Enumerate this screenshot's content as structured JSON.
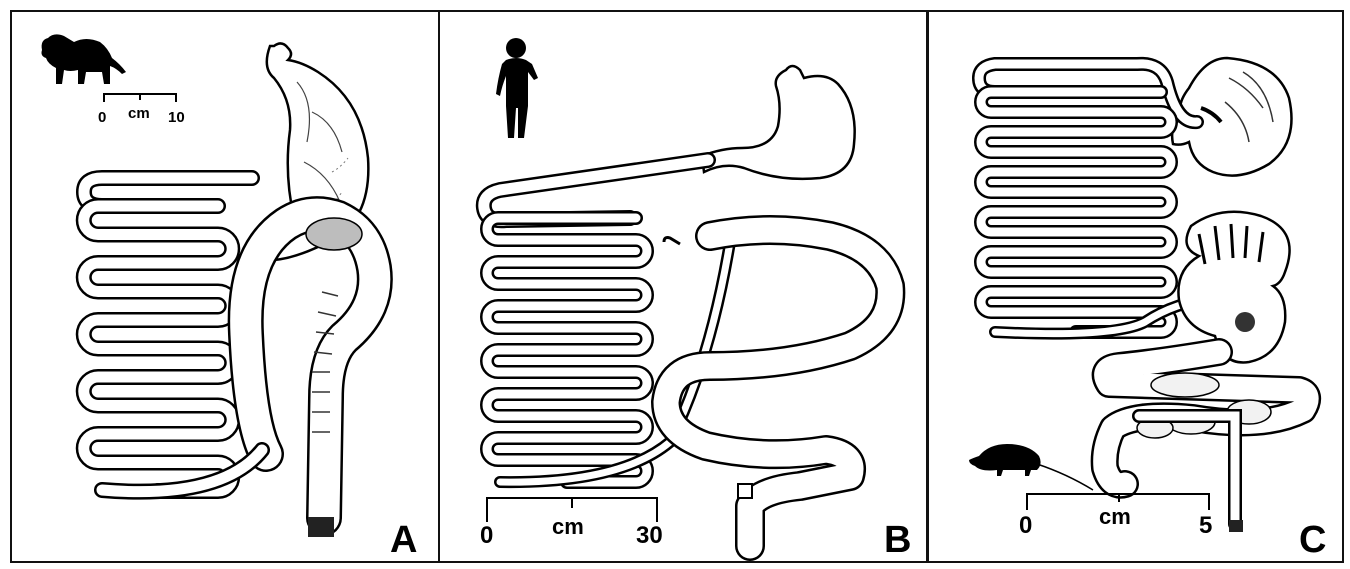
{
  "panels": [
    {
      "letter": "A",
      "animal_icon": "dog-silhouette-icon",
      "scale": {
        "start": "0",
        "unit": "cm",
        "end": "10"
      }
    },
    {
      "letter": "B",
      "animal_icon": "human-silhouette-icon",
      "scale": {
        "start": "0",
        "unit": "cm",
        "end": "30"
      }
    },
    {
      "letter": "C",
      "animal_icon": "rat-silhouette-icon",
      "scale": {
        "start": "0",
        "unit": "cm",
        "end": "5"
      }
    }
  ],
  "colors": {
    "ink": "#000000",
    "organ_fill": "#ffffff",
    "shade": "#bdbdbd"
  }
}
